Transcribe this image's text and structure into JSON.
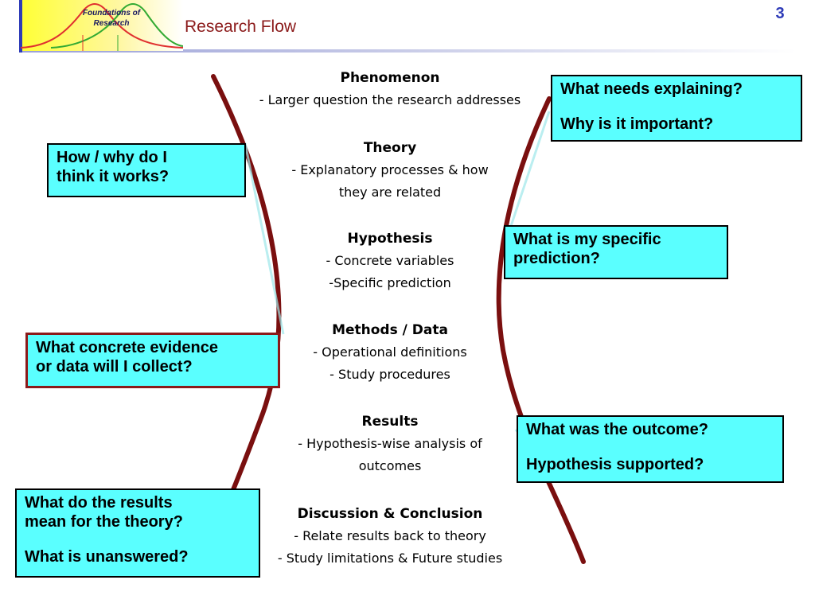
{
  "header": {
    "logo_text_line1": "Foundations of",
    "logo_text_line2": "Research",
    "title": "Research Flow",
    "slide_number": "3"
  },
  "colors": {
    "accent_red": "#8b1a1a",
    "box_fill": "#5affff",
    "slide_number": "#2e3bb8",
    "curve": "#7a0f0f"
  },
  "stages": [
    {
      "title": "Phenomenon",
      "lines": [
        "- Larger question the research addresses"
      ]
    },
    {
      "title": "Theory",
      "lines": [
        "- Explanatory processes & how",
        "they are related"
      ]
    },
    {
      "title": "Hypothesis",
      "lines": [
        "- Concrete variables",
        "-Specific prediction"
      ]
    },
    {
      "title": "Methods / Data",
      "lines": [
        "- Operational definitions",
        "- Study procedures"
      ]
    },
    {
      "title": "Results",
      "lines": [
        "- Hypothesis-wise analysis of",
        "outcomes"
      ]
    },
    {
      "title": "Discussion & Conclusion",
      "lines": [
        "- Relate results back to theory",
        "- Study limitations & Future studies"
      ]
    }
  ],
  "questions": {
    "phenomenon": {
      "line1": "What needs explaining?",
      "line2": "Why is it important?"
    },
    "theory": {
      "line1": "How / why do I",
      "line2": "think it works?"
    },
    "hypothesis": {
      "line1": "What is my specific",
      "line2": "prediction?"
    },
    "methods": {
      "line1": "What concrete evidence",
      "line2": "or data will I collect?"
    },
    "results": {
      "line1": "What was the outcome?",
      "line2": "Hypothesis supported?"
    },
    "discussion": {
      "line1": "What do the results",
      "line2": "mean for the theory?",
      "line3": "What is unanswered?"
    }
  }
}
